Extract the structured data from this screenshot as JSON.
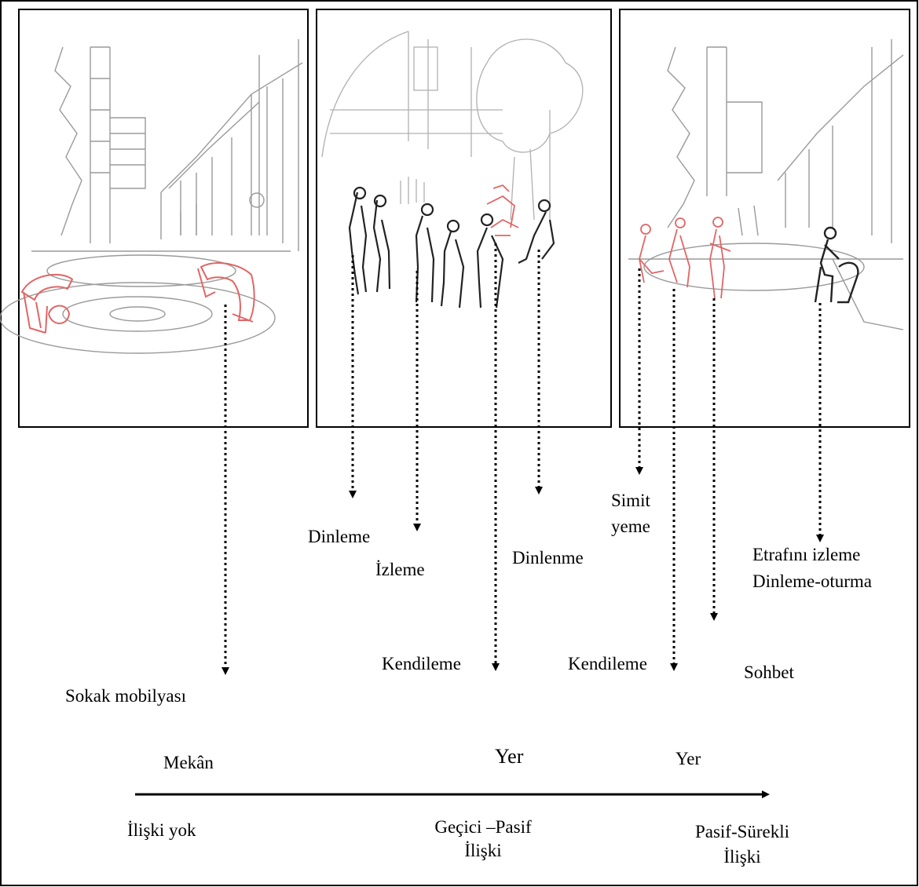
{
  "panels": [
    {
      "name": "sketch-street-furniture",
      "content": "street-furniture-sketch"
    },
    {
      "name": "sketch-crowd-listening",
      "content": "people-gathering-sketch"
    },
    {
      "name": "sketch-seated-activity",
      "content": "people-sitting-sketch"
    }
  ],
  "activities": {
    "dinleme": "Dinleme",
    "izleme": "İzleme",
    "dinlenme": "Dinlenme",
    "simit_1": "Simit",
    "simit_2": "yeme",
    "etrafini": "Etrafını izleme",
    "dinleme_oturma": "Dinleme-oturma",
    "kendileme_1": "Kendileme",
    "kendileme_2": "Kendileme",
    "sohbet": "Sohbet",
    "sokak": "Sokak mobilyası"
  },
  "scale": {
    "mekan": "Mekân",
    "yer_1": "Yer",
    "yer_2": "Yer",
    "iliski_yok": "İlişki yok",
    "gecici_1": "Geçici –Pasif",
    "gecici_2": "İlişki",
    "surekli_1": "Pasif-Sürekli",
    "surekli_2": "İlişki"
  },
  "colors": {
    "sketch_red": "#e06666",
    "sketch_grey": "#9a9a9a",
    "ink": "#000000"
  }
}
